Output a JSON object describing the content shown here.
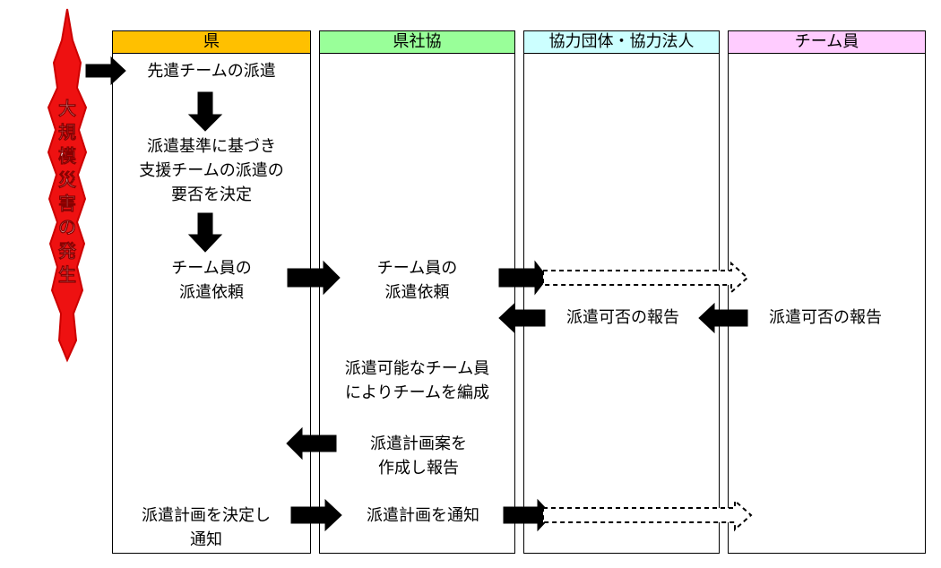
{
  "burst": {
    "label": "大規模災害の発生",
    "fill": "#ee1111",
    "stroke": "#ffffff"
  },
  "lanes": [
    {
      "id": "prefecture",
      "header": "県",
      "color": "#ffc000"
    },
    {
      "id": "social-welfare-council",
      "header": "県社協",
      "color": "#99ff99"
    },
    {
      "id": "cooperating-orgs",
      "header": "協力団体・協力法人",
      "color": "#ccffff"
    },
    {
      "id": "team-members",
      "header": "チーム員",
      "color": "#ffccff"
    }
  ],
  "steps": {
    "advance_team": "先遣チームの派遣",
    "decide_dispatch": [
      "派遣基準に基づき",
      "支援チームの派遣の",
      "要否を決定"
    ],
    "request_members_pref": [
      "チーム員の",
      "派遣依頼"
    ],
    "request_members_council": [
      "チーム員の",
      "派遣依頼"
    ],
    "report_availability_orgs": "派遣可否の報告",
    "report_availability_members": "派遣可否の報告",
    "form_team": [
      "派遣可能なチーム員",
      "によりチームを編成"
    ],
    "draft_plan": [
      "派遣計画案を",
      "作成し報告"
    ],
    "decide_plan": [
      "派遣計画を決定し",
      "通知"
    ],
    "notify_plan": "派遣計画を通知"
  },
  "colors": {
    "arrow": "#000000",
    "border": "#000000"
  }
}
